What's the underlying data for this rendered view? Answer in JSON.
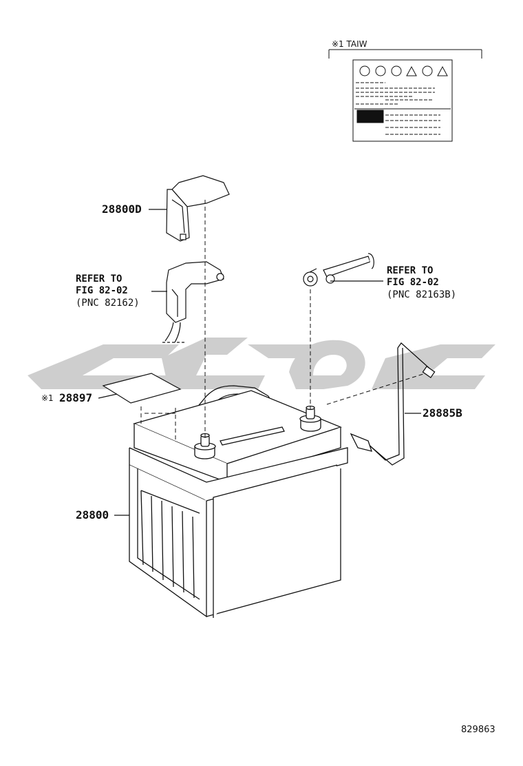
{
  "labels": {
    "inset_title": "※1 TAIW",
    "part_28800d": "28800D",
    "refer_left_line1": "REFER TO",
    "refer_left_line2": "FIG 82-02",
    "refer_left_line3": "(PNC 82162)",
    "refer_right_line1": "REFER TO",
    "refer_right_line2": "FIG 82-02",
    "refer_right_line3": "(PNC 82163B)",
    "part_28897_prefix": "※1",
    "part_28897": "28897",
    "part_28885b": "28885B",
    "part_28800": "28800",
    "figure_number": "829863"
  }
}
